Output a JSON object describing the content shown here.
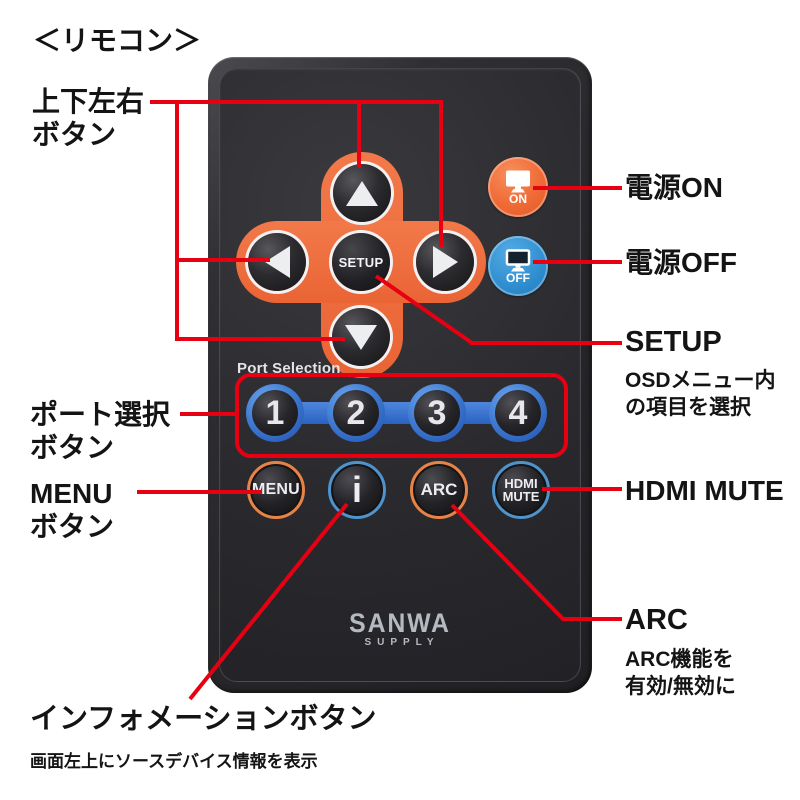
{
  "title": "＜リモコン＞",
  "colors": {
    "annotation_red": "#e60012",
    "dpad_orange": "#ee6c3a",
    "power_on_orange": "#ef6a36",
    "power_off_blue": "#2f8ecf",
    "port_blue": "#2a62c2",
    "body_dark": "#2a2a2e"
  },
  "remote": {
    "port_section_label": "Port Selection",
    "brand": {
      "name": "SANWA",
      "sub": "SUPPLY"
    },
    "setup_label": "SETUP",
    "power_on_label": "ON",
    "power_off_label": "OFF",
    "port_buttons": [
      "1",
      "2",
      "3",
      "4"
    ],
    "menu_label": "MENU",
    "info_label": "i",
    "arc_label": "ARC",
    "hdmi_mute_lines": [
      "HDMI",
      "MUTE"
    ]
  },
  "annotations": {
    "left": {
      "dpad_line1": "上下左右",
      "dpad_line2": "ボタン",
      "port_line1": "ポート選択",
      "port_line2": "ボタン",
      "menu_line1": "MENU",
      "menu_line2": "ボタン",
      "info_title": "インフォメーションボタン",
      "info_desc": "画面左上にソースデバイス情報を表示"
    },
    "right": {
      "power_on": "電源ON",
      "power_off": "電源OFF",
      "setup": "SETUP",
      "setup_desc1": "OSDメニュー内",
      "setup_desc2": "の項目を選択",
      "hdmi_mute": "HDMI MUTE",
      "arc": "ARC",
      "arc_desc1": "ARC機能を",
      "arc_desc2": "有効/無効に"
    }
  }
}
